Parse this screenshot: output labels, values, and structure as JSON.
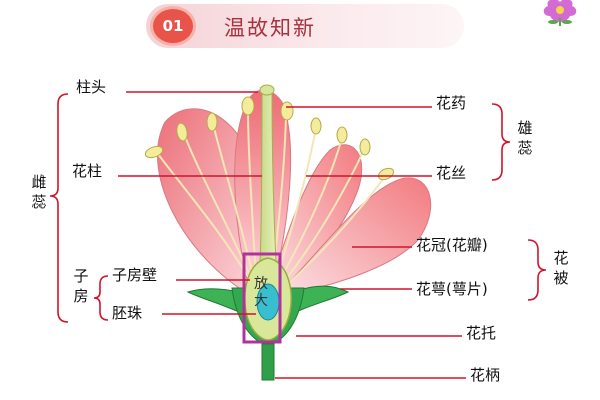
{
  "header": {
    "badge": "01",
    "title": "温故知新"
  },
  "labels": {
    "stigma": "柱头",
    "style": "花柱",
    "pistil": "雌蕊",
    "ovary": "子房",
    "ovary_wall": "子房壁",
    "ovule": "胚珠",
    "anther": "花药",
    "filament": "花丝",
    "stamen": "雄蕊",
    "corolla": "花冠(花瓣)",
    "calyx": "花萼(萼片)",
    "perianth": "花被",
    "receptacle": "花托",
    "pedicel": "花柄",
    "magnify": "放大"
  },
  "colors": {
    "leader_line": "#d0142c",
    "bracket": "#d0142c",
    "petal": "#f08a8f",
    "sepal": "#2ea64a",
    "highlight_box": "#b0339d"
  }
}
